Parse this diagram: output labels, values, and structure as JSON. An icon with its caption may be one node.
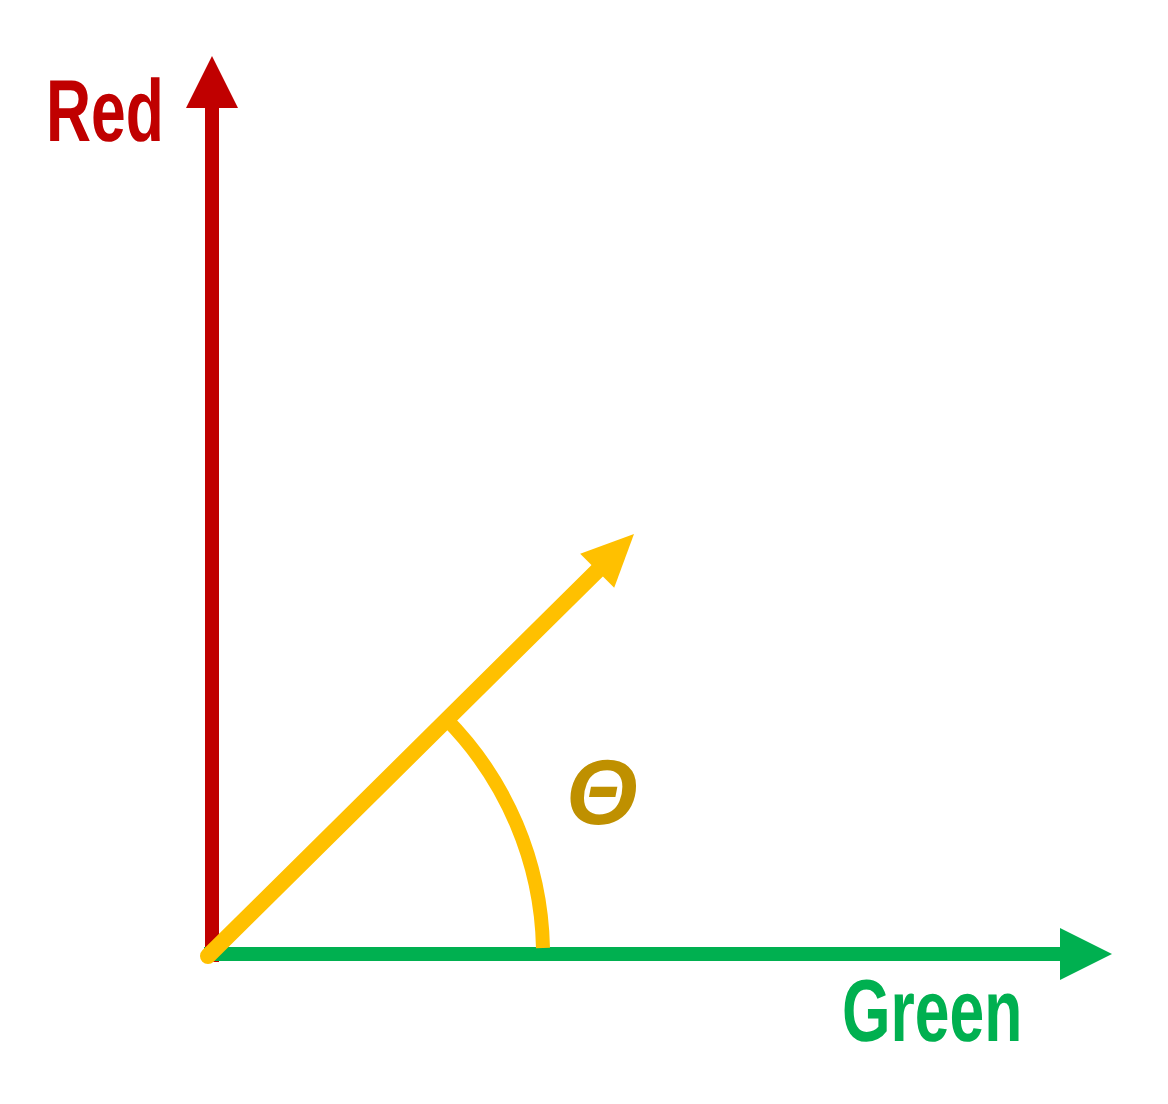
{
  "diagram": {
    "labels": [
      "Red",
      "Green",
      "Θ"
    ]
  }
}
